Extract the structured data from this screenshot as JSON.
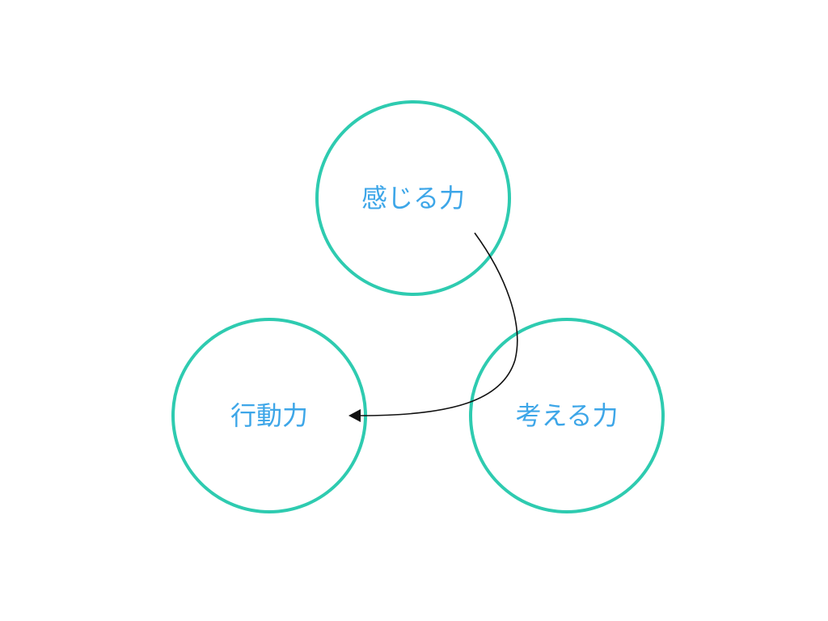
{
  "diagram": {
    "nodes": [
      {
        "id": "feel",
        "label": "感じる力"
      },
      {
        "id": "act",
        "label": "行動力"
      },
      {
        "id": "think",
        "label": "考える力"
      }
    ],
    "edges": [
      {
        "from": "feel",
        "to": "act"
      }
    ],
    "colors": {
      "node_stroke": "#2ecbb0",
      "label_text": "#3da6e8",
      "arrow": "#111111",
      "background": "#ffffff"
    }
  }
}
